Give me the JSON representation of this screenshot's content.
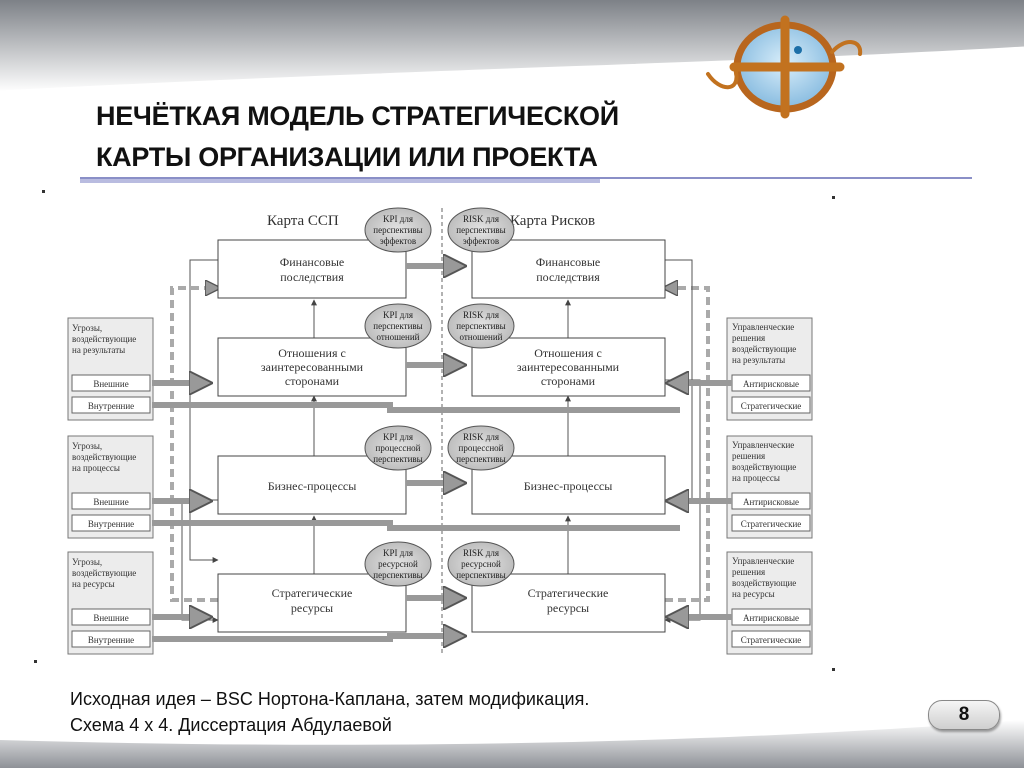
{
  "slide": {
    "title_lines": [
      "НЕЧЁТКАЯ МОДЕЛЬ СТРАТЕГИЧЕСКОЙ",
      "КАРТЫ ОРГАНИЗАЦИИ ИЛИ ПРОЕКТА"
    ],
    "caption_lines": [
      "Исходная идея – BSC Нортона-Каплана, затем модификация.",
      "Схема 4 х 4. Диссертация Абдулаевой"
    ],
    "page_number": "8",
    "colors": {
      "title_rule": "#8a8fc7",
      "header_gradient": "#9a9da3",
      "footer_gradient": "#9a9da3"
    }
  },
  "diagram": {
    "left_heading": "Карта ССП",
    "right_heading": "Карта Рисков",
    "rows": [
      {
        "left_box": [
          "Финансовые",
          "последствия"
        ],
        "right_box": [
          "Финансовые",
          "последствия"
        ],
        "kpi": [
          "KPI для",
          "перспективы",
          "эффектов"
        ],
        "risk": [
          "RISK для",
          "перспективы",
          "эффектов"
        ]
      },
      {
        "left_box": [
          "Отношения с",
          "заинтересованными",
          "сторонами"
        ],
        "right_box": [
          "Отношения с",
          "заинтересованными",
          "сторонами"
        ],
        "kpi": [
          "KPI для",
          "перспективы",
          "отношений"
        ],
        "risk": [
          "RISK для",
          "перспективы",
          "отношений"
        ],
        "threats": {
          "label": [
            "Угрозы,",
            "воздействующие",
            "на результаты"
          ],
          "ext": "Внешние",
          "int": "Внутренние"
        },
        "mgmt": {
          "label": [
            "Управленческие",
            "решения",
            "воздействующие",
            "на результаты"
          ],
          "anti": "Антирисковые",
          "strat": "Стратегические"
        }
      },
      {
        "left_box": [
          "Бизнес-процессы"
        ],
        "right_box": [
          "Бизнес-процессы"
        ],
        "kpi": [
          "KPI для",
          "процессной",
          "перспективы"
        ],
        "risk": [
          "RISK для",
          "процессной",
          "перспективы"
        ],
        "threats": {
          "label": [
            "Угрозы,",
            "воздействующие",
            "на процессы"
          ],
          "ext": "Внешние",
          "int": "Внутренние"
        },
        "mgmt": {
          "label": [
            "Управленческие",
            "решения",
            "воздействующие",
            "на процессы"
          ],
          "anti": "Антирисковые",
          "strat": "Стратегические"
        }
      },
      {
        "left_box": [
          "Стратегические",
          "ресурсы"
        ],
        "right_box": [
          "Стратегические",
          "ресурсы"
        ],
        "kpi": [
          "KPI для",
          "ресурсной",
          "перспективы"
        ],
        "risk": [
          "RISK для",
          "ресурсной",
          "перспективы"
        ],
        "threats": {
          "label": [
            "Угрозы,",
            "воздействующие",
            "на ресурсы"
          ],
          "ext": "Внешние",
          "int": "Внутренние"
        },
        "mgmt": {
          "label": [
            "Управленческие",
            "решения",
            "воздействующие",
            "на ресурсы"
          ],
          "anti": "Антирисковые",
          "strat": "Стратегические"
        }
      }
    ]
  }
}
